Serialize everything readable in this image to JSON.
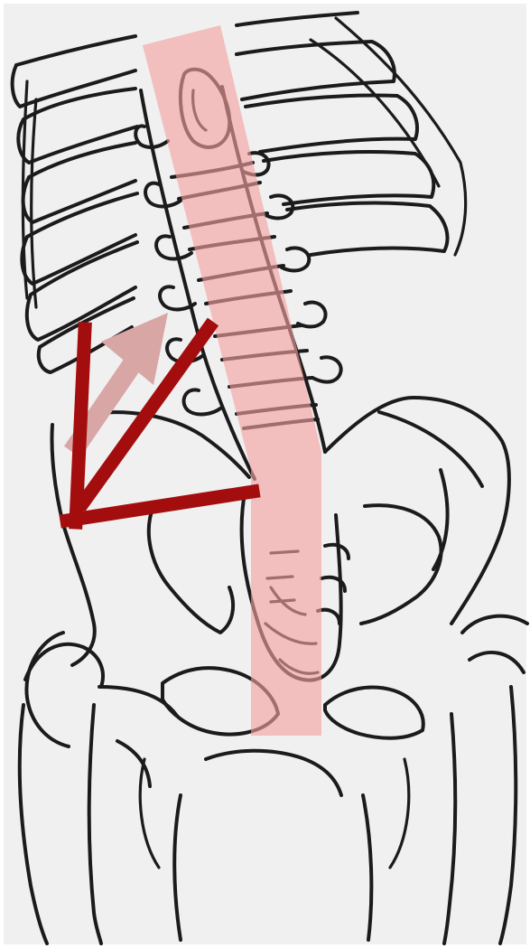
{
  "figure": {
    "subject": "skeleton-torso-pelvis-illustration",
    "colors": {
      "background": "#f0f0f0",
      "line_art": "#1b1b1b",
      "spine_highlight": "#f3a0a0",
      "arrow_primary": "#a40d0d",
      "arrow_secondary": "#d9a6a6"
    },
    "annotations": [
      {
        "name": "spine-column-highlight",
        "kind": "translucent-band"
      },
      {
        "name": "force-arrow-primary",
        "kind": "arrow",
        "direction": "down-left"
      },
      {
        "name": "force-arrow-secondary",
        "kind": "arrow",
        "direction": "up-right"
      }
    ]
  }
}
